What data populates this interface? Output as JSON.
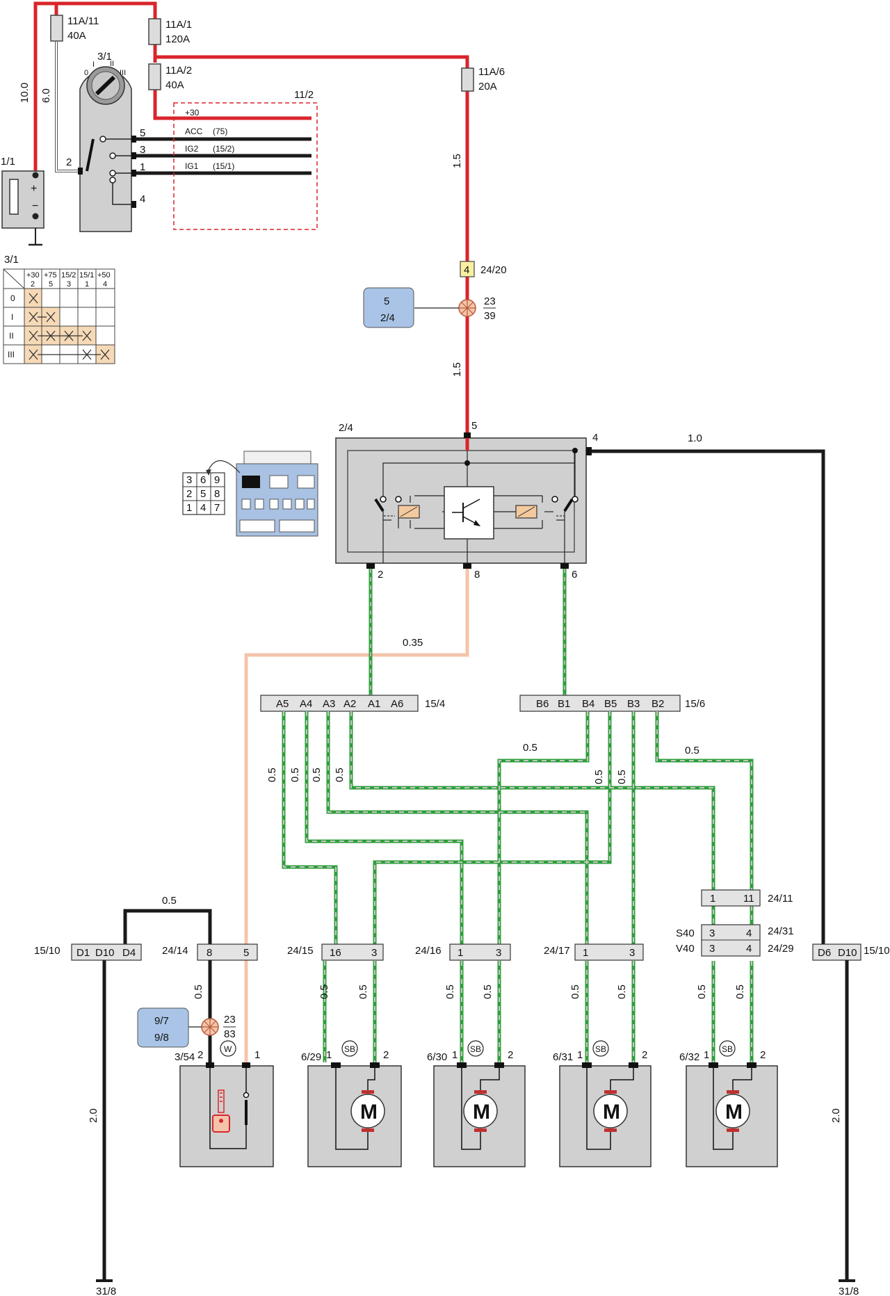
{
  "power_section": {
    "fuses": [
      {
        "id": "11A/11",
        "rating": "40A"
      },
      {
        "id": "11A/1",
        "rating": "120A"
      },
      {
        "id": "11A/2",
        "rating": "40A"
      },
      {
        "id": "11A/6",
        "rating": "20A"
      }
    ],
    "wire_sizes": {
      "battery_main": "10.0",
      "battery_to_switch": "6.0",
      "fuse6_down_a": "1.5",
      "fuse6_down_b": "1.5",
      "relay_to_ground": "1.0",
      "relay_pin8": "0.35"
    },
    "battery": {
      "id": "1/1",
      "plus": "+",
      "minus": "−"
    },
    "ignition_switch": {
      "id": "3/1",
      "positions": [
        "0",
        "I",
        "II",
        "III"
      ],
      "pins": [
        "5",
        "3",
        "1",
        "4",
        "2"
      ]
    },
    "ignition_lines": {
      "box_id": "11/2",
      "lines": [
        {
          "name": "+30",
          "code": ""
        },
        {
          "name": "ACC",
          "code": "(75)"
        },
        {
          "name": "IG2",
          "code": "(15/2)"
        },
        {
          "name": "IG1",
          "code": "(15/1)"
        }
      ]
    }
  },
  "switch_table": {
    "id": "3/1",
    "headers": [
      {
        "top": "+30",
        "bottom": "2"
      },
      {
        "top": "+75",
        "bottom": "5"
      },
      {
        "top": "15/2",
        "bottom": "3"
      },
      {
        "top": "15/1",
        "bottom": "1"
      },
      {
        "top": "+50",
        "bottom": "4"
      }
    ],
    "rows": [
      "0",
      "I",
      "II",
      "III"
    ]
  },
  "connectors": {
    "c24_20": {
      "pin": "4",
      "id": "24/20"
    },
    "splice_23_39": {
      "a": "23",
      "b": "39"
    },
    "ref_box_top": {
      "a": "5",
      "b": "2/4"
    },
    "relay": {
      "id": "2/4",
      "pins": {
        "p5": "5",
        "p4": "4",
        "p2": "2",
        "p8": "8",
        "p6": "6"
      }
    },
    "relay_grid": [
      "3",
      "6",
      "9",
      "2",
      "5",
      "8",
      "1",
      "4",
      "7"
    ],
    "c15_4": {
      "id": "15/4",
      "pins": [
        "A5",
        "A4",
        "A3",
        "A2",
        "A1",
        "A6"
      ]
    },
    "c15_6": {
      "id": "15/6",
      "pins": [
        "B6",
        "B1",
        "B4",
        "B5",
        "B3",
        "B2"
      ]
    },
    "c15_10_left": {
      "id": "15/10",
      "pins": [
        "D1",
        "D10",
        "D4"
      ]
    },
    "c15_10_right": {
      "id": "15/10",
      "pins": [
        "D6",
        "D10"
      ]
    },
    "c24_14": {
      "id": "24/14",
      "pins": [
        "8",
        "5"
      ]
    },
    "c24_15": {
      "id": "24/15",
      "pins": [
        "16",
        "3"
      ]
    },
    "c24_16": {
      "id": "24/16",
      "pins": [
        "1",
        "3"
      ]
    },
    "c24_17": {
      "id": "24/17",
      "pins": [
        "1",
        "3"
      ]
    },
    "c24_11": {
      "id": "24/11",
      "pins": [
        "1",
        "11"
      ]
    },
    "c24_31": {
      "id": "24/31",
      "prefix": "S40",
      "pins": [
        "3",
        "4"
      ]
    },
    "c24_29": {
      "id": "24/29",
      "prefix": "V40",
      "pins": [
        "3",
        "4"
      ]
    },
    "splice_23_83": {
      "a": "23",
      "b": "83"
    },
    "ref_box_bottom": {
      "a": "9/7",
      "b": "9/8"
    }
  },
  "signal_wires": {
    "size": "0.5",
    "black_bridge": "0.5",
    "ground_left": "2.0",
    "ground_right": "2.0",
    "ground_left_id": "31/8",
    "ground_right_id": "31/8"
  },
  "devices": {
    "key_switch": {
      "id": "3/54",
      "badge": "W",
      "pin_left": "2",
      "pin_right": "1"
    },
    "motors": [
      {
        "id": "6/29",
        "badge": "SB",
        "pin_left": "1",
        "pin_right": "2",
        "label": "M"
      },
      {
        "id": "6/30",
        "badge": "SB",
        "pin_left": "1",
        "pin_right": "2",
        "label": "M"
      },
      {
        "id": "6/31",
        "badge": "SB",
        "pin_left": "1",
        "pin_right": "2",
        "label": "M"
      },
      {
        "id": "6/32",
        "badge": "SB",
        "pin_left": "1",
        "pin_right": "2",
        "label": "M"
      }
    ]
  },
  "colors": {
    "power": "#d9252b",
    "ground": "#1a1a1a",
    "signal_green": "#2e9e3a",
    "signal_dash": "#b8b8b8",
    "salmon": "#f4c4aa",
    "device_fill": "#d0d0d0",
    "ref_box": "#a9c4e6",
    "table_mark": "#f6d9b6",
    "connector_fill": "#e3e3e3",
    "relay_panel": "#a9c1e2"
  }
}
